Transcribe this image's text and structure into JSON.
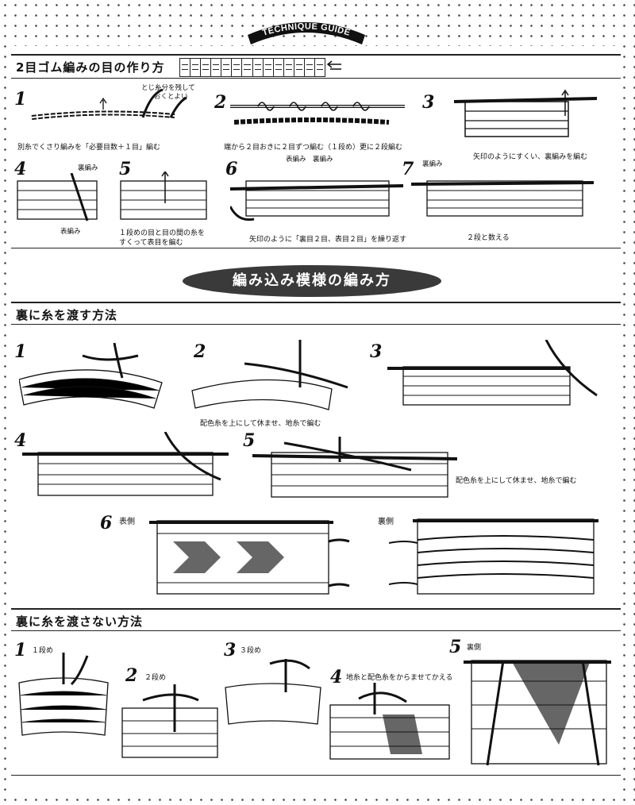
{
  "header": {
    "badge": "TECHNIQUE GUIDE"
  },
  "section1": {
    "title": "2目ゴム編みの目の作り方",
    "steps": [
      {
        "n": "1",
        "caption": "別糸でくさり編みを「必要目数＋１目」編む",
        "note1": "とじ糸分を残して",
        "note2": "おくとよい"
      },
      {
        "n": "2",
        "caption": "端から２目おきに２目ずつ編む（１段め）更に２段編む"
      },
      {
        "n": "3",
        "caption": "矢印のようにすくい、裏編みを編む"
      },
      {
        "n": "4",
        "label_a": "裏編み",
        "label_b": "表編み"
      },
      {
        "n": "5",
        "caption": "１段めの目と目の間の糸を",
        "caption2": "すくって表目を編む"
      },
      {
        "n": "6",
        "label_a": "表編み",
        "label_b": "裏編み",
        "caption": "矢印のように「裏目２目、表目２目」を繰り返す"
      },
      {
        "n": "7",
        "label_a": "裏編み",
        "caption": "２段と数える"
      }
    ]
  },
  "banner": "編み込み模様の編み方",
  "section2": {
    "title": "裏に糸を渡す方法",
    "steps": [
      {
        "n": "1"
      },
      {
        "n": "2",
        "caption": "配色糸を上にして休ませ、地糸で編む"
      },
      {
        "n": "3"
      },
      {
        "n": "4"
      },
      {
        "n": "5",
        "caption": "配色糸を上にして休ませ、地糸で編む"
      },
      {
        "n": "6",
        "label_front": "表側",
        "label_back": "裏側"
      }
    ]
  },
  "section3": {
    "title": "裏に糸を渡さない方法",
    "steps": [
      {
        "n": "1",
        "label": "１段め"
      },
      {
        "n": "2",
        "label": "２段め"
      },
      {
        "n": "3",
        "label": "３段め"
      },
      {
        "n": "4",
        "label": "地糸と配色糸をからませてかえる"
      },
      {
        "n": "5",
        "label": "裏側"
      }
    ]
  }
}
